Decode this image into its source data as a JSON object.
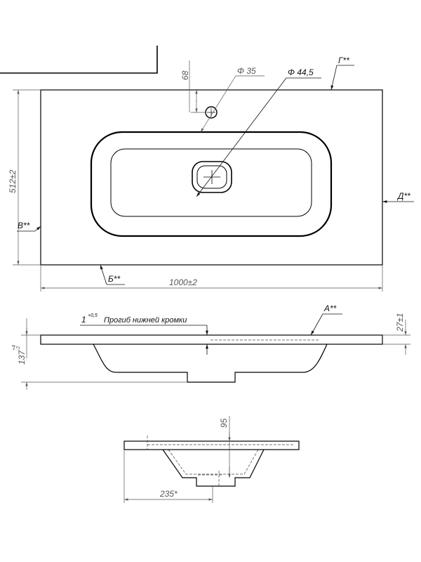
{
  "labels": {
    "g": "Г**",
    "d": "Д**",
    "v": "В**",
    "b": "Б**",
    "a": "А**"
  },
  "dimensions": {
    "d68": "68",
    "hole_diameter": "Φ 35",
    "drain_diameter": "Φ 44,5",
    "depth": "512±2",
    "width": "1000±2",
    "height_total_main": "137",
    "height_total_tol_upper": "+4",
    "height_total_tol_lower": "-2",
    "thickness": "27±1",
    "bowl_depth": "95",
    "drain_offset": "235*"
  },
  "notes": {
    "sag_value": "1",
    "sag_tolerance": "+0,5",
    "sag_text": "Прогиб нижней кромки"
  }
}
